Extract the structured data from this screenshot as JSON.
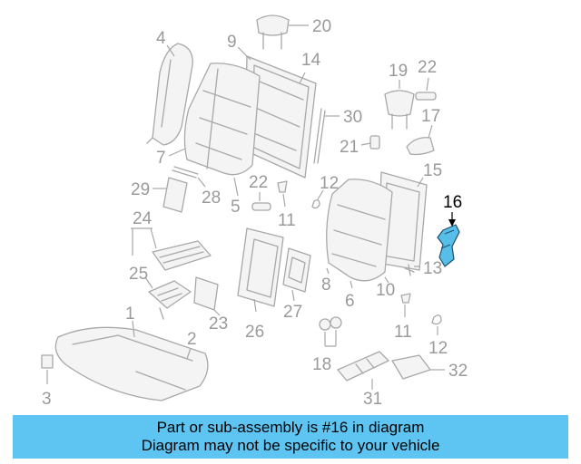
{
  "callouts": {
    "c1": "1",
    "c2": "2",
    "c3": "3",
    "c4": "4",
    "c5": "5",
    "c6": "6",
    "c7": "7",
    "c8": "8",
    "c9": "9",
    "c10": "10",
    "c11a": "11",
    "c11b": "11",
    "c12a": "12",
    "c12b": "12",
    "c13": "13",
    "c14": "14",
    "c15": "15",
    "c16": "16",
    "c17": "17",
    "c18": "18",
    "c19": "19",
    "c20": "20",
    "c21": "21",
    "c22a": "22",
    "c22b": "22",
    "c23": "23",
    "c24": "24",
    "c25": "25",
    "c26": "26",
    "c27": "27",
    "c28": "28",
    "c29": "29",
    "c30": "30",
    "c31": "31",
    "c32": "32"
  },
  "highlight_color": "#57bde9",
  "banner": {
    "line1": "Part or sub-assembly is #16 in diagram",
    "line2": "Diagram may not be specific to your vehicle",
    "color": "#5ec4f2"
  }
}
